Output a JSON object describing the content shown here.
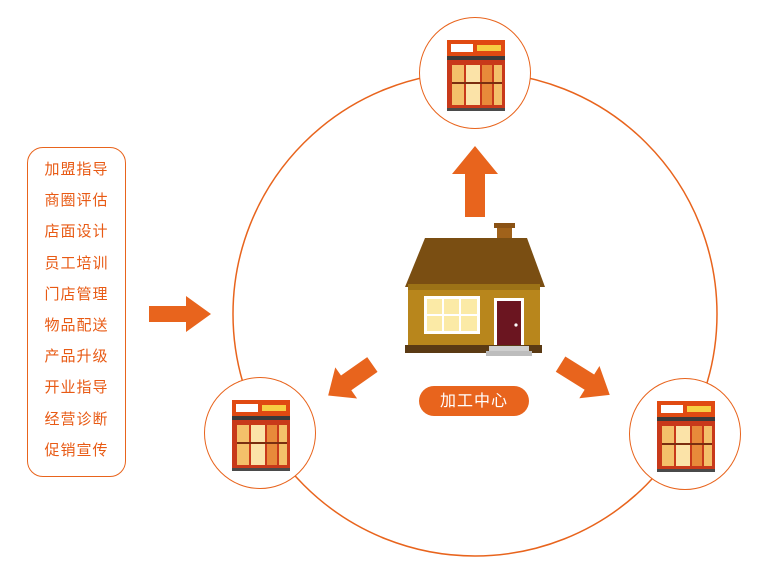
{
  "services": [
    "加盟指导",
    "商圈评估",
    "店面设计",
    "员工培训",
    "门店管理",
    "物品配送",
    "产品升级",
    "开业指导",
    "经营诊断",
    "促销宣传"
  ],
  "center_label": "加工中心",
  "colors": {
    "accent": "#e8641d",
    "roof": "#7a4e12",
    "wall": "#b8861c",
    "door": "#6b1520"
  },
  "icons": {
    "arrow": "orange-arrow-icon",
    "house": "house-icon",
    "store": "storefront-icon"
  }
}
